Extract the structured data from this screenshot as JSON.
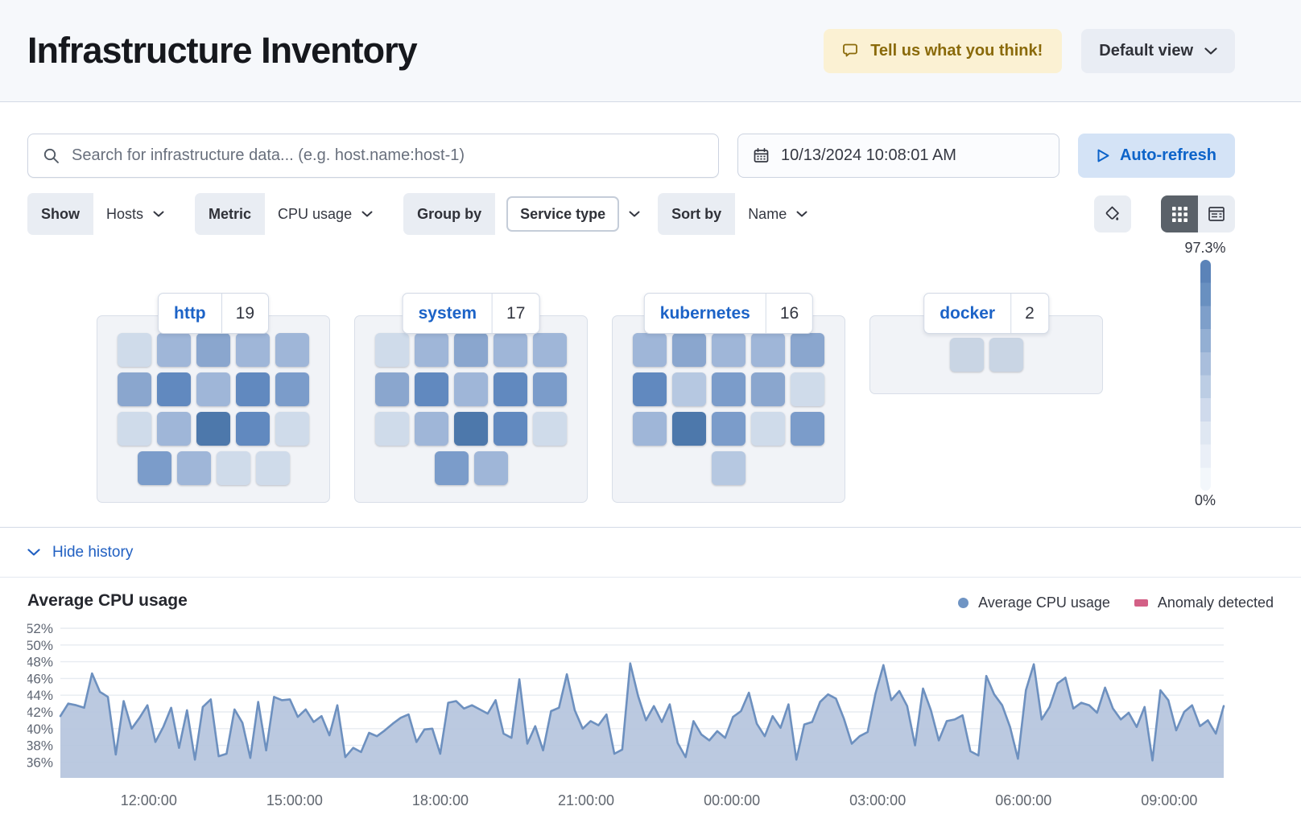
{
  "header": {
    "title": "Infrastructure Inventory",
    "feedback_button": "Tell us what you think!",
    "view_dropdown": "Default view"
  },
  "toolbar": {
    "search_placeholder": "Search for infrastructure data... (e.g. host.name:host-1)",
    "datetime": "10/13/2024 10:08:01 AM",
    "auto_refresh": "Auto-refresh"
  },
  "filters": {
    "show_label": "Show",
    "show_value": "Hosts",
    "metric_label": "Metric",
    "metric_value": "CPU usage",
    "group_by_label": "Group by",
    "group_by_value": "Service type",
    "sort_by_label": "Sort by",
    "sort_by_value": "Name"
  },
  "inventory": {
    "legend": {
      "max": "97.3%",
      "min": "0%",
      "colors": [
        "#5b83b8",
        "#6990c0",
        "#7e9fca",
        "#93afd3",
        "#a9bedc",
        "#bccde4",
        "#cfdaec",
        "#dfe7f2",
        "#eaeff7",
        "#f3f7fb"
      ]
    },
    "palette": [
      "#c9d5e4",
      "#cfdbea",
      "#b6c8e1",
      "#9fb6d8",
      "#8aa6ce",
      "#7b9cca",
      "#6189bf",
      "#4d78ab"
    ],
    "groups": [
      {
        "name": "http",
        "count": "19",
        "rows": [
          [
            1,
            3,
            4,
            3,
            3
          ],
          [
            4,
            6,
            3,
            6,
            5
          ],
          [
            1,
            3,
            7,
            6,
            1
          ],
          [
            5,
            3,
            1,
            1
          ]
        ]
      },
      {
        "name": "system",
        "count": "17",
        "rows": [
          [
            1,
            3,
            4,
            3,
            3
          ],
          [
            4,
            6,
            3,
            6,
            5
          ],
          [
            1,
            3,
            7,
            6,
            1
          ],
          [
            5,
            3
          ]
        ]
      },
      {
        "name": "kubernetes",
        "count": "16",
        "rows": [
          [
            3,
            4,
            3,
            3,
            4
          ],
          [
            6,
            2,
            5,
            4,
            1
          ],
          [
            3,
            7,
            5,
            1,
            5
          ],
          [
            2
          ]
        ]
      },
      {
        "name": "docker",
        "count": "2",
        "rows": [
          [
            0,
            0
          ]
        ]
      }
    ]
  },
  "history": {
    "toggle_label": "Hide history"
  },
  "chart_data": {
    "type": "area",
    "title": "Average CPU usage",
    "legend": [
      {
        "label": "Average CPU usage",
        "color": "#6f94c3",
        "shape": "dot"
      },
      {
        "label": "Anomaly detected",
        "color": "#d36086",
        "shape": "rect"
      }
    ],
    "y_ticks": [
      36,
      38,
      40,
      42,
      44,
      46,
      48,
      50,
      52
    ],
    "y_tick_suffix": "%",
    "ylim": [
      34.5,
      53
    ],
    "x_ticks": [
      "12:00:00",
      "15:00:00",
      "18:00:00",
      "21:00:00",
      "00:00:00",
      "03:00:00",
      "06:00:00",
      "09:00:00"
    ],
    "grid": true,
    "legend_position": "top-right",
    "colors": {
      "line": "#6d90bf",
      "fill": "#b5c4dd",
      "grid": "#e7ebf1",
      "axis_text": "#5f6673"
    },
    "values": [
      41.5,
      43.0,
      42.8,
      42.5,
      46.6,
      44.4,
      43.8,
      36.9,
      43.3,
      40.0,
      41.3,
      42.8,
      38.4,
      40.2,
      42.5,
      37.7,
      42.2,
      36.3,
      42.6,
      43.5,
      36.7,
      37.0,
      42.3,
      40.7,
      36.5,
      43.2,
      37.4,
      43.8,
      43.4,
      43.5,
      41.4,
      42.3,
      40.8,
      41.5,
      39.2,
      42.8,
      36.6,
      37.7,
      37.2,
      39.5,
      39.1,
      39.8,
      40.6,
      41.3,
      41.7,
      38.4,
      39.9,
      40.0,
      37.0,
      43.1,
      43.3,
      42.4,
      42.8,
      42.3,
      41.8,
      43.4,
      39.4,
      38.9,
      45.9,
      38.2,
      40.3,
      37.4,
      42.1,
      42.5,
      46.5,
      42.2,
      40.0,
      40.9,
      40.4,
      41.7,
      37.0,
      37.5,
      47.8,
      43.9,
      41.0,
      42.7,
      40.8,
      42.9,
      38.3,
      36.6,
      40.9,
      39.3,
      38.6,
      39.7,
      38.9,
      41.4,
      42.1,
      44.3,
      40.6,
      39.1,
      41.5,
      40.1,
      42.9,
      36.3,
      40.5,
      40.8,
      43.2,
      44.1,
      43.6,
      41.2,
      38.2,
      39.1,
      39.6,
      44.2,
      47.6,
      43.4,
      44.5,
      42.7,
      38.0,
      44.8,
      42.2,
      38.6,
      40.9,
      41.1,
      41.6,
      37.3,
      36.8,
      46.3,
      44.1,
      42.8,
      40.2,
      36.4,
      44.6,
      47.7,
      41.1,
      42.6,
      45.4,
      46.1,
      42.4,
      43.1,
      42.8,
      41.9,
      44.9,
      42.4,
      41.1,
      41.9,
      40.2,
      42.6,
      36.2,
      44.6,
      43.4,
      39.8,
      42.0,
      42.8,
      40.3,
      41.0,
      39.4,
      42.7
    ]
  }
}
